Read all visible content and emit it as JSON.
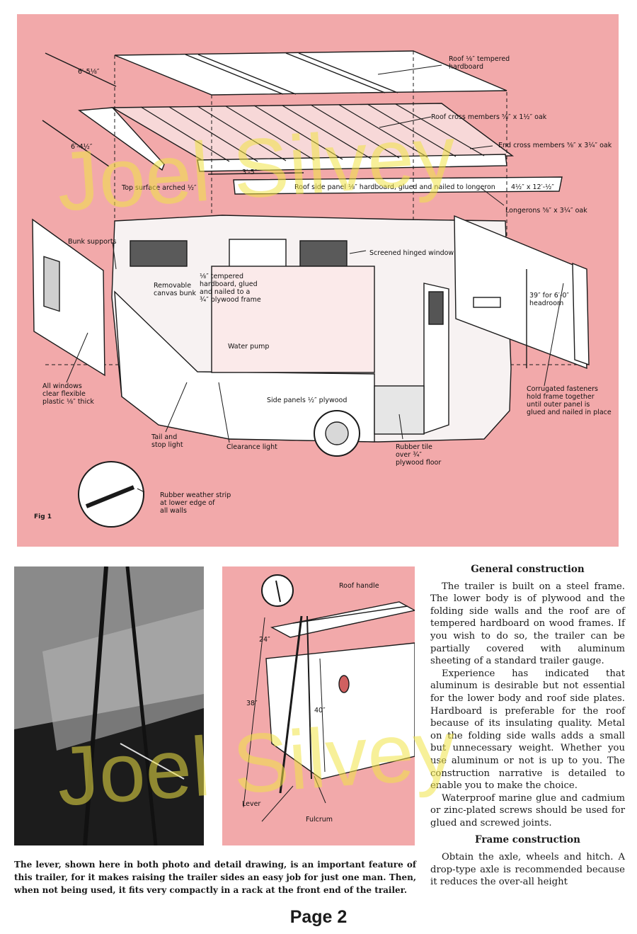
{
  "figure1": {
    "figure_number": "Fig 1",
    "labels": {
      "roof": "Roof ⅛″ tempered\nhardboard",
      "roof_cross": "Roof cross members ⅝″ x 1½″ oak",
      "end_cross": "End cross members ⅝″ x 3¼″ oak",
      "dim_top": "6′-5⅛″",
      "dim_side": "6′-4½″",
      "dim_mid": "3′-5″",
      "arched": "Top surface arched ½″",
      "roof_side": "Roof side panel ⅛″ hardboard, glued and nailed to longeron",
      "roof_side_dim": "4½″ x 12′-½″",
      "longerons": "Longerons ⅝″ x 3¼″ oak",
      "bunk_supports": "Bunk supports",
      "screened": "Screened hinged window",
      "canvas": "Removable\ncanvas bunk",
      "hardboard": "⅛″ tempered\nhardboard, glued\nand nailed to a\n¾″ plywood frame",
      "headroom": "39″ for 6′-0″\nheadroom",
      "water_pump": "Water pump",
      "windows": "All windows\nclear flexible\nplastic ⅛″ thick",
      "side_panels": "Side panels ½″ plywood",
      "corrugated": "Corrugated fasteners\nhold frame together\nuntil outer panel is\nglued and nailed in place",
      "tail": "Tail and\nstop light",
      "clearance": "Clearance light",
      "rubber_tile": "Rubber tile\nover ¾″\nplywood floor",
      "weather": "Rubber weather strip\nat lower edge of\nall walls"
    }
  },
  "detail": {
    "roof_handle": "Roof handle",
    "dim_24": "24″",
    "dim_38": "38″",
    "dim_40": "40″",
    "lever": "Lever",
    "fulcrum": "Fulcrum"
  },
  "caption": "The lever, shown here in both photo and detail drawing, is an important feature of this trailer, for it makes raising the trailer sides an easy job for just one man. Then, when not being used, it fits very compactly in a rack at the front end of the trailer.",
  "article": {
    "heading1": "General construction",
    "p1": "The trailer is built on a steel frame. The lower body is of plywood and the folding side walls and the roof are of tempered hardboard on wood frames. If you wish to do so, the trailer can be partially covered with aluminum sheeting of a standard trailer gauge.",
    "p2": "Experience has indicated that aluminum is desirable but not essential for the lower body and roof side plates. Hardboard is preferable for the roof because of its insulating quality. Metal on the folding side walls adds a small but unnecessary weight. Whether you use aluminum or not is up to you. The construction narrative is detailed to enable you to make the choice.",
    "p3": "Waterproof marine glue and cadmium or zinc-plated screws should be used for glued and screwed joints.",
    "heading2": "Frame construction",
    "p4": "Obtain the axle, wheels and hitch. A drop-type axle is recommended because it reduces the over-all height"
  },
  "watermark": "Joel Silvey",
  "page_label": "Page 2"
}
